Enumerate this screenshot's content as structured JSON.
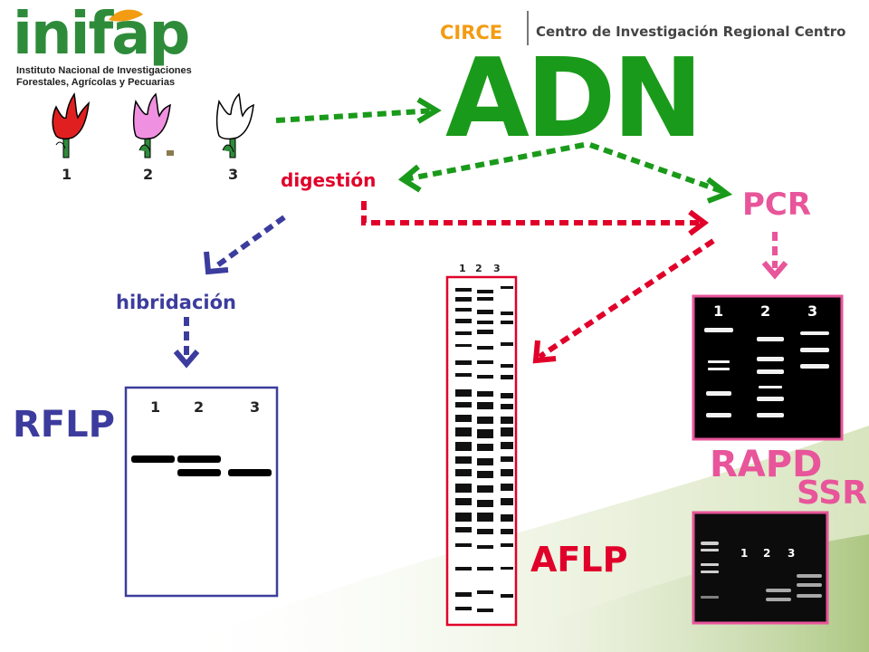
{
  "header": {
    "logo_text": "inifap",
    "org_line_1": "Instituto Nacional de Investigaciones",
    "org_line_2": "Forestales, Agrícolas y Pecuarias",
    "circe": "CIRCE",
    "center_name": "Centro de Investigación Regional Centro"
  },
  "title": "ADN",
  "steps": {
    "digestion": "digestión",
    "pcr": "PCR",
    "hibridacion": "hibridación"
  },
  "methods": {
    "rflp": "RFLP",
    "rapd": "RAPD",
    "ssr": "SSR",
    "aflp": "AFLP"
  },
  "plants": {
    "labels": [
      "1",
      "2",
      "3"
    ],
    "colors": [
      "#e02020",
      "#f090e0",
      "#ffffff"
    ]
  },
  "lanes": [
    "1",
    "2",
    "3"
  ],
  "colors": {
    "green": "#1a9a1a",
    "red": "#e0002a",
    "pink": "#e8559a",
    "navy": "#3c3c9e",
    "orange": "#f39c12"
  }
}
